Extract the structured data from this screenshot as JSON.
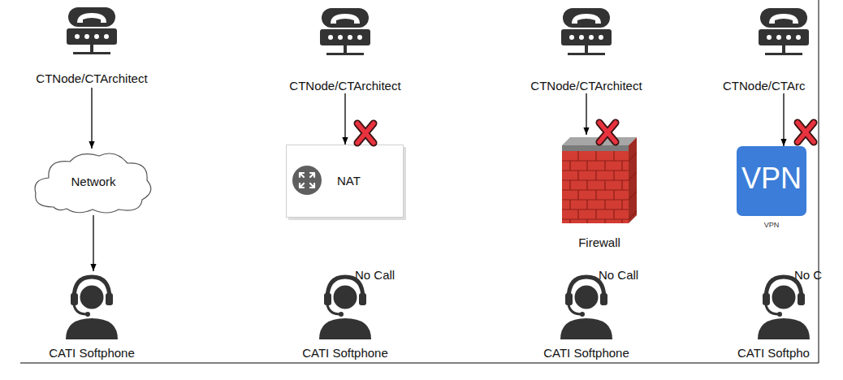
{
  "diagram": {
    "nodes": [
      {
        "text": [
          "CTNode/CTArchitect"
        ]
      },
      {
        "text": [
          "CTNode/CTArchitect"
        ]
      },
      {
        "text": [
          "CTNode/CTArchitect"
        ]
      },
      {
        "text": [
          "CTNode/CTArc"
        ]
      },
      {
        "text": [
          "Network"
        ]
      },
      {
        "text": [
          "NAT"
        ]
      },
      {
        "text": [
          "Firewall"
        ]
      },
      {
        "text": [
          "VPN",
          "VPN"
        ]
      },
      {
        "text": [
          "CATI Softphone"
        ]
      },
      {
        "text": [
          "No Call",
          "CATI Softphone"
        ]
      },
      {
        "text": [
          "No Call",
          "CATI Softphone"
        ]
      },
      {
        "text": [
          "No C",
          "CATI Softpho"
        ]
      }
    ],
    "edges": [
      {
        "from": 0,
        "to": 4,
        "arrow": "to"
      },
      {
        "from": 4,
        "to": 8,
        "arrow": "to"
      },
      {
        "from": 1,
        "to": 5,
        "arrow": "to"
      },
      {
        "from": 2,
        "to": 6,
        "arrow": "to"
      },
      {
        "from": 3,
        "to": 7,
        "arrow": "to"
      }
    ]
  }
}
